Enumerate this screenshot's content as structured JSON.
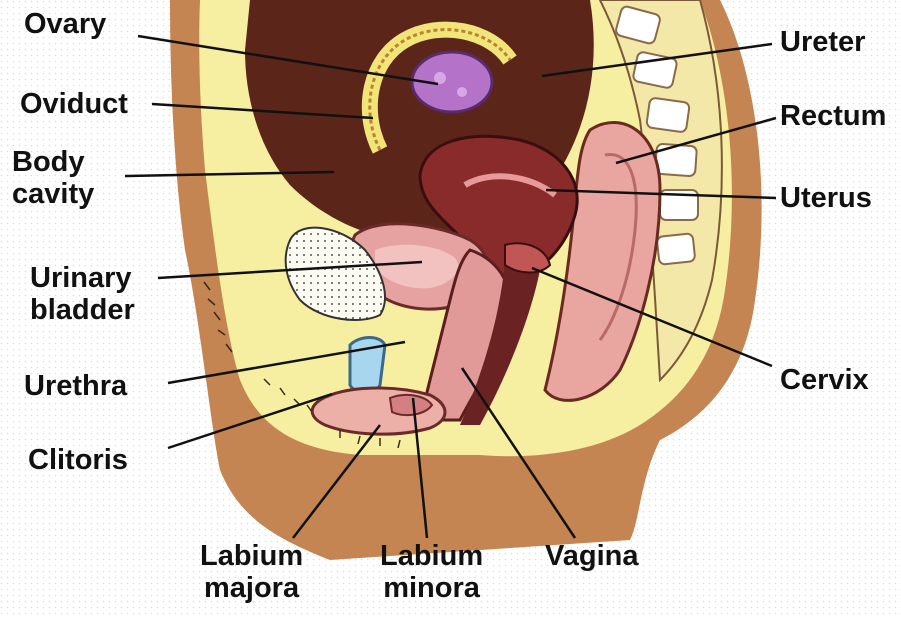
{
  "labels": {
    "ovary": "Ovary",
    "oviduct": "Oviduct",
    "body_cavity": [
      "Body",
      "cavity"
    ],
    "urinary_bladder": [
      "Urinary",
      "bladder"
    ],
    "urethra": "Urethra",
    "clitoris": "Clitoris",
    "labium_majora": [
      "Labium",
      "majora"
    ],
    "labium_minora": [
      "Labium",
      "minora"
    ],
    "vagina": "Vagina",
    "ureter": "Ureter",
    "rectum": "Rectum",
    "uterus": "Uterus",
    "cervix": "Cervix"
  },
  "colors": {
    "background": "#ffffff",
    "dotted_border": "#d8d8d8",
    "skin": "#c88a56",
    "fat_yellow": "#f7efa0",
    "muscle_dark": "#5a2418",
    "uterus_red": "#8c2a2a",
    "pink_tissue": "#e8a2a0",
    "ovary_purple": "#b272c8",
    "urethra_blue": "#a9d6ef",
    "leader_line": "#111111"
  }
}
